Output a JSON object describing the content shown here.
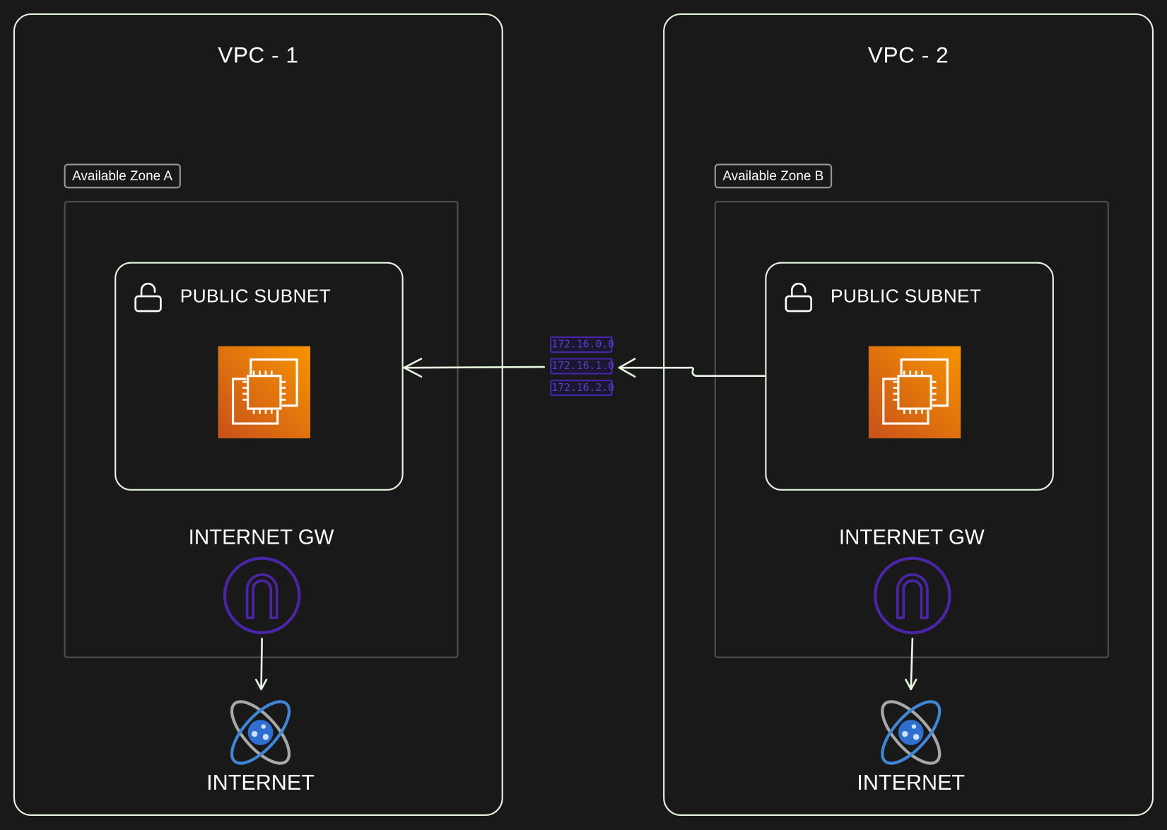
{
  "vpcs": [
    {
      "title": "VPC - 1",
      "zone_label": "Available Zone A",
      "subnet_label": "PUBLIC SUBNET",
      "gateway_label": "INTERNET GW",
      "internet_label": "INTERNET"
    },
    {
      "title": "VPC - 2",
      "zone_label": "Available Zone B",
      "subnet_label": "PUBLIC SUBNET",
      "gateway_label": "INTERNET GW",
      "internet_label": "INTERNET"
    }
  ],
  "route_table": {
    "entries": [
      "172.16.0.0",
      "172.16.1.0",
      "172.16.2.0"
    ]
  },
  "colors": {
    "background": "#191919",
    "outline": "#e8f7e1",
    "zone_border": "#4f4f4f",
    "ec2_gradient": [
      "#c8511b",
      "#f79400"
    ],
    "gateway_purple": "#4a25a8",
    "internet_blue": "#3f86d6",
    "internet_gray": "#a8a8a8"
  },
  "icons": {
    "subnet": "lock-open-icon",
    "instance": "ec2-instance-icon",
    "gateway": "internet-gateway-icon",
    "internet": "internet-globe-icon",
    "routes": "route-table-icon"
  }
}
